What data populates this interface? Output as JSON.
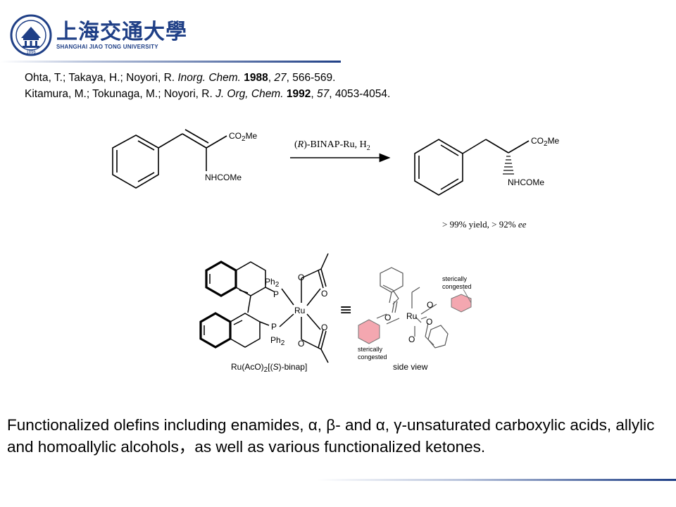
{
  "logo": {
    "name_cn": "上海交通大學",
    "name_en": "SHANGHAI JIAO TONG UNIVERSITY",
    "seal_year": "1896",
    "brand_color": "#1f3f86"
  },
  "references": [
    {
      "authors": "Ohta, T.; Takaya, H.; Noyori, R. ",
      "journal": "Inorg. Chem.",
      "year": "1988",
      "volume": "27",
      "pages": ", 566-569."
    },
    {
      "authors": "Kitamura, M.; Tokunaga, M.; Noyori, R. ",
      "journal": "J. Org, Chem.",
      "year": "1992",
      "volume": "57",
      "pages": ", 4053-4054."
    }
  ],
  "reaction": {
    "substrate_ester_main": "CO",
    "substrate_ester_sub": "2",
    "substrate_ester_tail": "Me",
    "substrate_amide": "NHCOMe",
    "reagent_open": "(",
    "reagent_r": "R",
    "reagent_mid": ")-BINAP-Ru, H",
    "reagent_sub": "2",
    "product_ester_main": "CO",
    "product_ester_sub": "2",
    "product_ester_tail": "Me",
    "product_amide": "NHCOMe",
    "result_prefix": "> 99% yield, > 92% ",
    "result_ee": "ee"
  },
  "complex": {
    "ph_top": "Ph",
    "ph_top_sub": "2",
    "ph_bottom": "Ph",
    "ph_bottom_sub": "2",
    "p_top": "P",
    "p_bottom": "P",
    "ru": "Ru",
    "o_labels": [
      "O",
      "O",
      "O",
      "O"
    ],
    "caption_main": "Ru(AcO)",
    "caption_sub": "2",
    "caption_open": "[(",
    "caption_s": "S",
    "caption_tail": ")-binap]",
    "equiv": "≡",
    "side_ru": "Ru",
    "side_o_labels": [
      "O",
      "O",
      "O",
      "O"
    ],
    "steric_top": [
      "sterically",
      "congested"
    ],
    "steric_bottom": [
      "sterically",
      "congested"
    ],
    "side_view": "side view",
    "hexagon_color": "#f4a7b0"
  },
  "summary": "Functionalized olefins including enamides, α, β- and α, γ-unsaturated carboxylic acids, allylic and homoallylic alcohols，as well as various functionalized ketones."
}
